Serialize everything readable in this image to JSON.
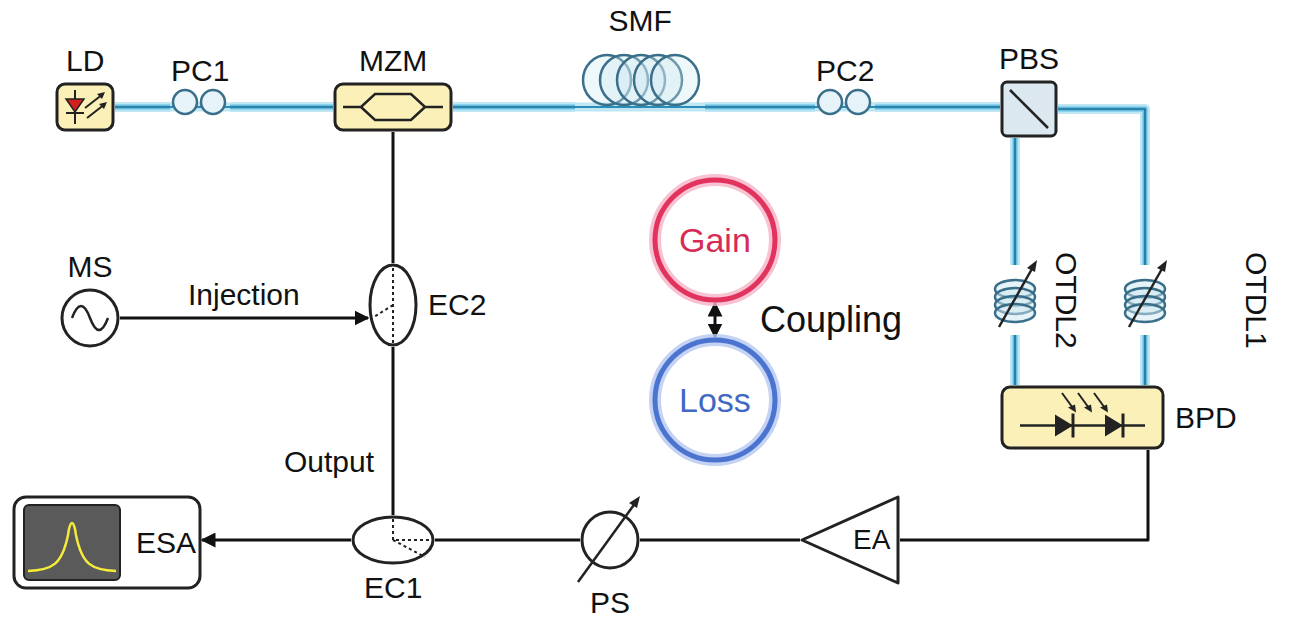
{
  "diagram": {
    "nodes": [
      {
        "text": [
          "LD"
        ]
      },
      {
        "text": [
          "PC1"
        ]
      },
      {
        "text": [
          "MZM"
        ]
      },
      {
        "text": [
          "SMF"
        ]
      },
      {
        "text": [
          "PC2"
        ]
      },
      {
        "text": [
          "PBS"
        ]
      },
      {
        "text": [
          "MS"
        ]
      },
      {
        "text": [
          "EC2"
        ]
      },
      {
        "text": [
          "Gain"
        ]
      },
      {
        "text": [
          "OTDL2"
        ]
      },
      {
        "text": [
          "OTDL1"
        ]
      },
      {
        "text": [
          "Loss"
        ]
      },
      {
        "text": [
          "BPD"
        ]
      },
      {
        "text": [
          "ESA"
        ]
      },
      {
        "text": [
          "EC1"
        ]
      },
      {
        "text": [
          "PS"
        ]
      },
      {
        "text": [
          "EA"
        ]
      }
    ],
    "edges": [
      {
        "from": 0,
        "to": 1,
        "arrow": "none"
      },
      {
        "from": 1,
        "to": 2,
        "arrow": "none"
      },
      {
        "from": 2,
        "to": 3,
        "arrow": "none"
      },
      {
        "from": 3,
        "to": 4,
        "arrow": "none"
      },
      {
        "from": 4,
        "to": 5,
        "arrow": "none"
      },
      {
        "from": 5,
        "to": 10,
        "arrow": "none"
      },
      {
        "from": 5,
        "to": 9,
        "arrow": "none"
      },
      {
        "from": 9,
        "to": 12,
        "arrow": "none"
      },
      {
        "from": 10,
        "to": 12,
        "arrow": "none"
      },
      {
        "from": 12,
        "to": 16,
        "arrow": "none"
      },
      {
        "from": 16,
        "to": 15,
        "arrow": "none"
      },
      {
        "from": 15,
        "to": 14,
        "arrow": "none"
      },
      {
        "from": 14,
        "to": 13,
        "arrow": "to"
      },
      {
        "from": 14,
        "to": 7,
        "label": "Output",
        "arrow": "none"
      },
      {
        "from": 7,
        "to": 2,
        "arrow": "none"
      },
      {
        "from": 6,
        "to": 7,
        "label": "Injection",
        "arrow": "to"
      },
      {
        "from": 8,
        "to": 11,
        "label": "Coupling",
        "arrow": "both"
      }
    ]
  }
}
